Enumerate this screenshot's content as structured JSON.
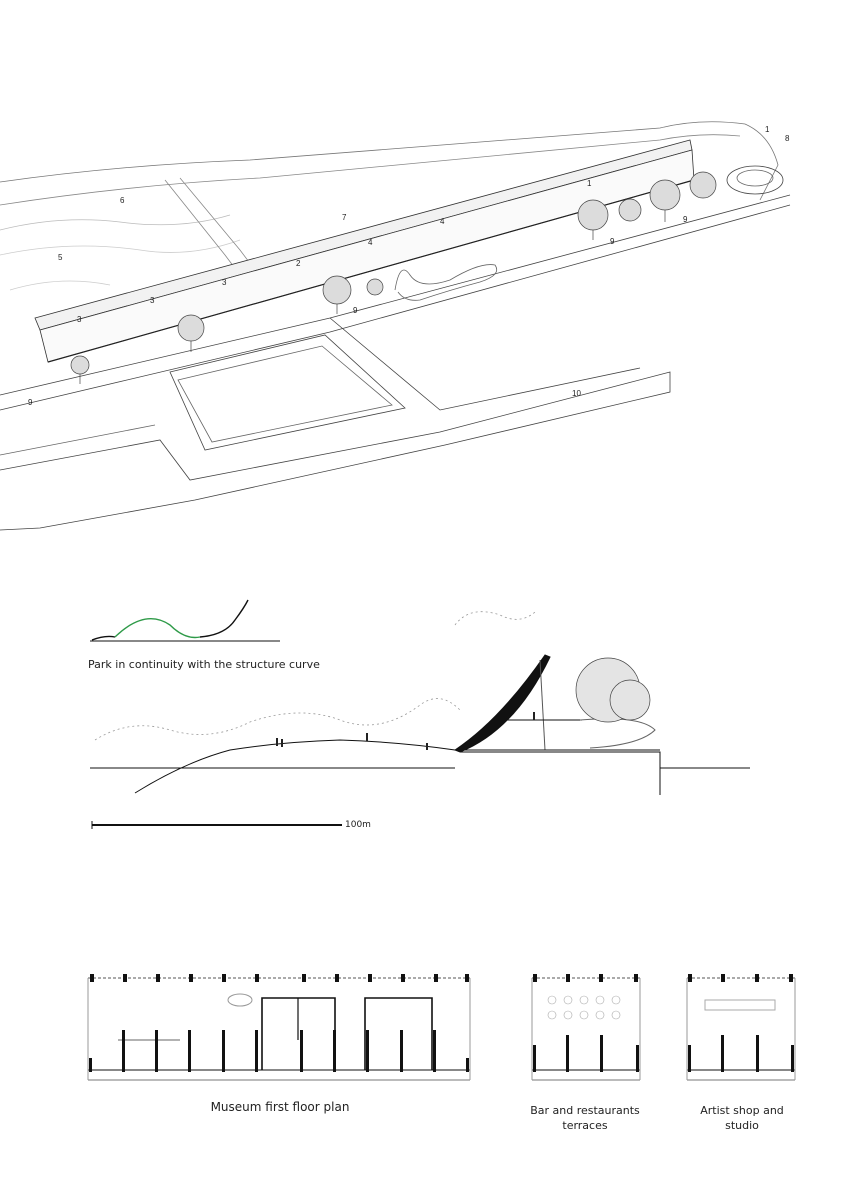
{
  "axonometric": {
    "zone_labels": [
      "1",
      "2",
      "3",
      "4",
      "5",
      "6",
      "7",
      "8",
      "9",
      "10"
    ],
    "placed_labels": [
      {
        "text": "1"
      },
      {
        "text": "8"
      },
      {
        "text": "1"
      },
      {
        "text": "7"
      },
      {
        "text": "6"
      },
      {
        "text": "5"
      },
      {
        "text": "4"
      },
      {
        "text": "4"
      },
      {
        "text": "2"
      },
      {
        "text": "3"
      },
      {
        "text": "3"
      },
      {
        "text": "3"
      },
      {
        "text": "9"
      },
      {
        "text": "9"
      },
      {
        "text": "9"
      },
      {
        "text": "9"
      },
      {
        "text": "10"
      }
    ]
  },
  "section": {
    "diagram_caption": "Park in continuity with the structure curve",
    "scale_label": "100m",
    "colors": {
      "curve_park": "#2e9a48",
      "curve_structure": "#111111"
    }
  },
  "plans": {
    "museum_caption": "Museum first floor plan",
    "bar_caption": "Bar and restaurants terraces",
    "artist_caption": "Artist shop and studio"
  }
}
